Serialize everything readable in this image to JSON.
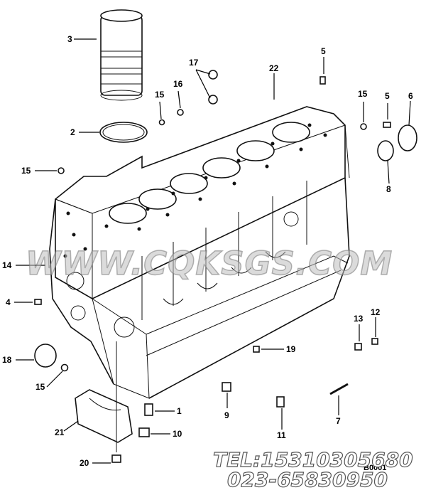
{
  "callouts": [
    "3",
    "2",
    "17",
    "16",
    "15",
    "22",
    "5",
    "15",
    "5",
    "6",
    "15",
    "8",
    "14",
    "4",
    "18",
    "15",
    "19",
    "13",
    "12",
    "9",
    "11",
    "7",
    "1",
    "10",
    "21",
    "20"
  ],
  "watermark": "WWW.CQKSGS.COM",
  "phone_line": "TEL:15310305680",
  "phone_line2": "023-65830950",
  "drawing_code": "B0001"
}
